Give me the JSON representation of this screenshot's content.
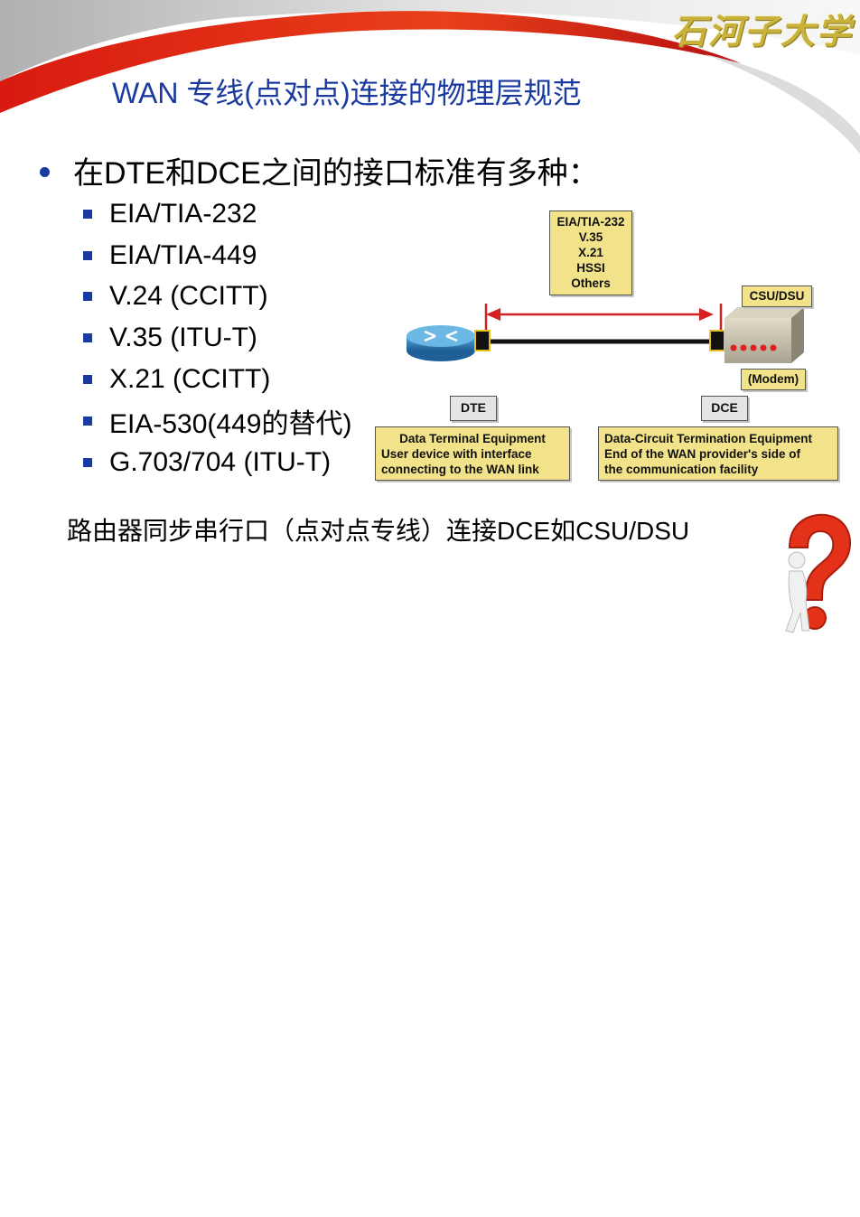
{
  "header": {
    "logo_text": "石河子大学",
    "title": "WAN 专线(点对点)连接的物理层规范"
  },
  "main_bullet": "在DTE和DCE之间的接口标准有多种：",
  "standards": [
    "EIA/TIA-232",
    "EIA/TIA-449",
    "V.24 (CCITT)",
    "V.35 (ITU-T)",
    "X.21 (CCITT)",
    "EIA-530(449的替代)",
    "G.703/704 (ITU-T)"
  ],
  "diagram": {
    "standards_box": [
      "EIA/TIA-232",
      "V.35",
      "X.21",
      "HSSI",
      "Others"
    ],
    "csu_label": "CSU/DSU",
    "modem_label": "(Modem)",
    "dte_label": "DTE",
    "dce_label": "DCE",
    "dte_desc": [
      "Data Terminal Equipment",
      "User device with interface",
      "connecting to the WAN link"
    ],
    "dce_desc": [
      "Data-Circuit Termination Equipment",
      "End of the WAN provider's side of",
      "the communication facility"
    ]
  },
  "footer_text": "路由器同步串行口（点对点专线）连接DCE如CSU/DSU",
  "colors": {
    "title_blue": "#1a3aa0",
    "swoosh_red": "#d81a10",
    "label_yellow": "#f2e38a",
    "arrow_red": "#d42020"
  }
}
